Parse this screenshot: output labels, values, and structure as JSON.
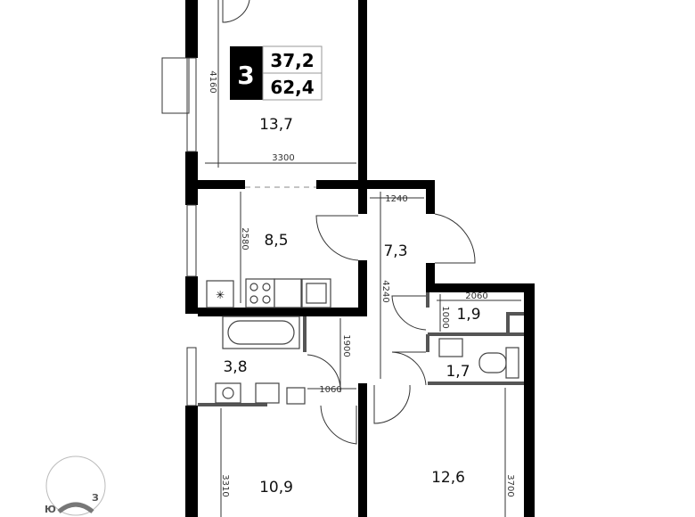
{
  "badge": {
    "rooms": "3",
    "living_area": "37,2",
    "total_area": "62,4"
  },
  "rooms": [
    {
      "id": "room-1",
      "area": "13,7"
    },
    {
      "id": "kitchen",
      "area": "8,5"
    },
    {
      "id": "hall",
      "area": "7,3"
    },
    {
      "id": "wc-1",
      "area": "1,9"
    },
    {
      "id": "bathroom",
      "area": "3,8"
    },
    {
      "id": "wc-2",
      "area": "1,7"
    },
    {
      "id": "room-2",
      "area": "10,9"
    },
    {
      "id": "room-3",
      "area": "12,6"
    }
  ],
  "dimensions": {
    "d4160": "4160",
    "d3300": "3300",
    "d2580": "2580",
    "d1240": "1240",
    "d4240": "4240",
    "d2060": "2060",
    "d1000": "1000",
    "d1900": "1900",
    "d1060": "1060",
    "d3310": "3310",
    "d3700": "3700"
  },
  "compass": {
    "south": "Ю",
    "west": "З"
  }
}
